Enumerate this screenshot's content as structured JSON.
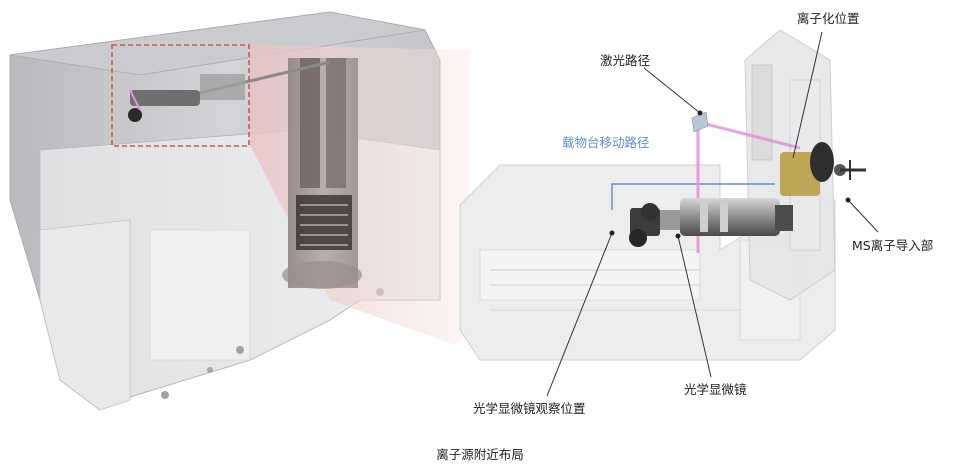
{
  "labels": {
    "ionization_position": "离子化位置",
    "laser_path": "激光路径",
    "stage_path": "载物台移动路径",
    "ms_ion_inlet": "MS离子导入部",
    "microscope_observation": "光学显微镜观察位置",
    "optical_microscope": "光学显微镜"
  },
  "caption": "离子源附近布局",
  "colors": {
    "laser": "#e58fd6",
    "stage_path": "#5b8fc4",
    "zoom_box": "#d9534f"
  }
}
